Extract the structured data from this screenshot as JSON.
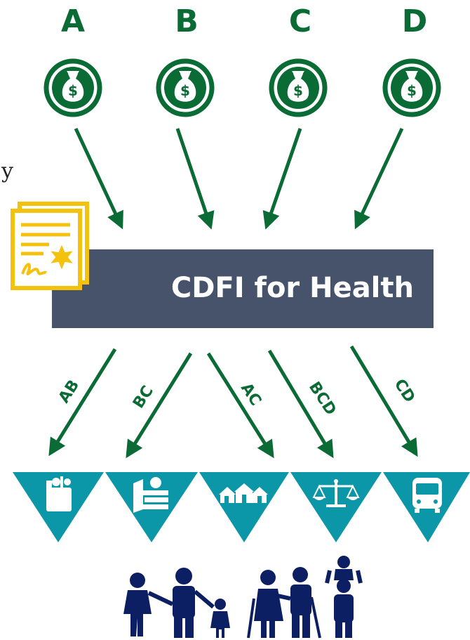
{
  "investors": [
    {
      "label": "A"
    },
    {
      "label": "B"
    },
    {
      "label": "C"
    },
    {
      "label": "D"
    }
  ],
  "center_box": {
    "label": "CDFI for Health"
  },
  "flows": [
    {
      "label": "AB"
    },
    {
      "label": "BC"
    },
    {
      "label": "AC"
    },
    {
      "label": "BCD"
    },
    {
      "label": "CD"
    }
  ],
  "sectors": [
    {
      "icon": "grocery-bag-icon"
    },
    {
      "icon": "books-apple-icon"
    },
    {
      "icon": "houses-icon"
    },
    {
      "icon": "scales-of-justice-icon"
    },
    {
      "icon": "bus-icon"
    }
  ],
  "side_glyph": "y",
  "colors": {
    "green": "#0a6b35",
    "box": "#46536a",
    "teal": "#0b97a8",
    "navy": "#0d1f63",
    "certificate": "#f4c20d"
  }
}
